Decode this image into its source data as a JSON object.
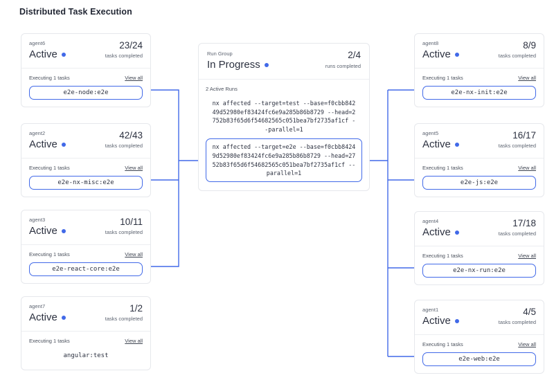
{
  "page": {
    "title": "Distributed Task Execution"
  },
  "theme": {
    "accent": "#4169e8",
    "card_border": "#e6e8ec",
    "text": "#2c3140",
    "muted": "#5c6370",
    "background": "#ffffff"
  },
  "labels": {
    "tasks_completed": "tasks completed",
    "runs_completed": "runs completed",
    "executing_prefix": "Executing 1 tasks",
    "view_all": "View all",
    "status_active": "Active"
  },
  "run_group": {
    "title": "Run Group",
    "state": "In Progress",
    "state_dot_color": "#4169e8",
    "count": "2/4",
    "count_sub": "runs completed",
    "active_runs_label": "2 Active Runs",
    "runs": [
      {
        "command": "nx affected --target=test --base=f0cbb84249d52980ef83424fc6e9a285b86b8729 --head=2752b83f65d6f54682565c051bea7bf2735af1cf --parallel=1",
        "highlighted": false
      },
      {
        "command": "nx affected --target=e2e --base=f0cbb84249d52980ef83424fc6e9a285b86b8729 --head=2752b83f65d6f54682565c051bea7bf2735af1cf --parallel=1",
        "highlighted": true
      }
    ]
  },
  "left_agents": [
    {
      "name": "agent6",
      "state": "Active",
      "count": "23/24",
      "count_sub": "tasks completed",
      "executing": "Executing 1 tasks",
      "view_all": "View all",
      "task": "e2e-node:e2e",
      "boxed": true
    },
    {
      "name": "agent2",
      "state": "Active",
      "count": "42/43",
      "count_sub": "tasks completed",
      "executing": "Executing 1 tasks",
      "view_all": "View all",
      "task": "e2e-nx-misc:e2e",
      "boxed": true
    },
    {
      "name": "agent3",
      "state": "Active",
      "count": "10/11",
      "count_sub": "tasks completed",
      "executing": "Executing 1 tasks",
      "view_all": "View all",
      "task": "e2e-react-core:e2e",
      "boxed": true
    },
    {
      "name": "agent7",
      "state": "Active",
      "count": "1/2",
      "count_sub": "tasks completed",
      "executing": "Executing 1 tasks",
      "view_all": "View all",
      "task": "angular:test",
      "boxed": false
    }
  ],
  "right_agents": [
    {
      "name": "agent8",
      "state": "Active",
      "count": "8/9",
      "count_sub": "tasks completed",
      "executing": "Executing 1 tasks",
      "view_all": "View all",
      "task": "e2e-nx-init:e2e",
      "boxed": true
    },
    {
      "name": "agent5",
      "state": "Active",
      "count": "16/17",
      "count_sub": "tasks completed",
      "executing": "Executing 1 tasks",
      "view_all": "View all",
      "task": "e2e-js:e2e",
      "boxed": true
    },
    {
      "name": "agent4",
      "state": "Active",
      "count": "17/18",
      "count_sub": "tasks completed",
      "executing": "Executing 1 tasks",
      "view_all": "View all",
      "task": "e2e-nx-run:e2e",
      "boxed": true
    },
    {
      "name": "agent1",
      "state": "Active",
      "count": "4/5",
      "count_sub": "tasks completed",
      "executing": "Executing 1 tasks",
      "view_all": "View all",
      "task": "e2e-web:e2e",
      "boxed": true
    }
  ]
}
